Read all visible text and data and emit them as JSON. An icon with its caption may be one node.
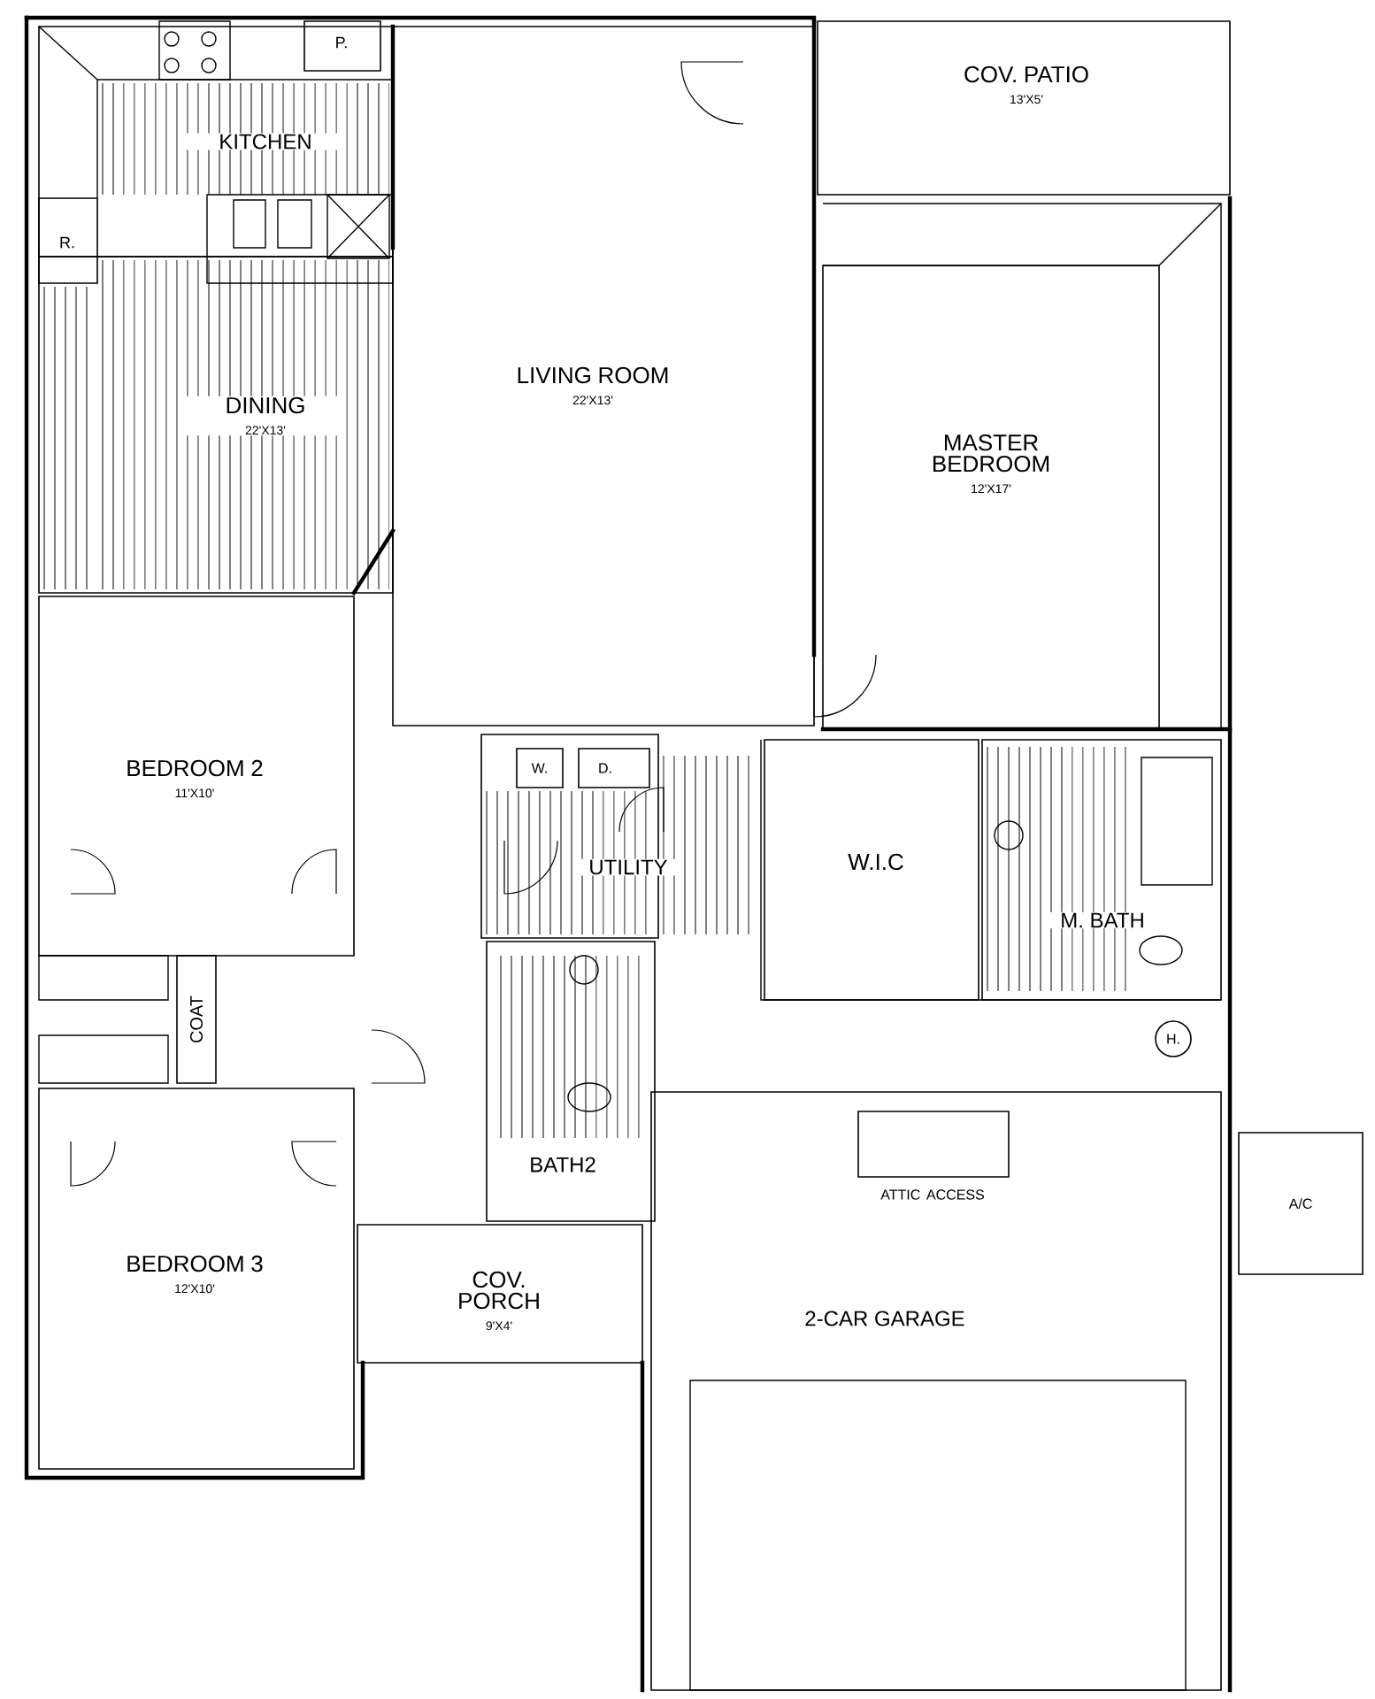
{
  "diagram": {
    "nodes": [
      {
        "text": [
          "KITCHEN"
        ]
      },
      {
        "text": [
          "DINING",
          "22'X13'"
        ]
      },
      {
        "text": [
          "LIVING ROOM",
          "22'X13'"
        ]
      },
      {
        "text": [
          "COV. PATIO",
          "13'X5'"
        ]
      },
      {
        "text": [
          "MASTER BEDROOM",
          "12'X17'"
        ]
      },
      {
        "text": [
          "BEDROOM 2",
          "11'X10'"
        ]
      },
      {
        "text": [
          "COAT"
        ]
      },
      {
        "text": [
          "BEDROOM 3",
          "12'X10'"
        ]
      },
      {
        "text": [
          "UTILITY"
        ]
      },
      {
        "text": [
          "W."
        ],
        "in": 8
      },
      {
        "text": [
          "D."
        ],
        "in": 8
      },
      {
        "text": [
          "BATH2"
        ]
      },
      {
        "text": [
          "COV. PORCH",
          "9'X4'"
        ]
      },
      {
        "text": [
          "W.I.C"
        ]
      },
      {
        "text": [
          "M. BATH"
        ]
      },
      {
        "text": [
          "H."
        ]
      },
      {
        "text": [
          "2-CAR GARAGE"
        ]
      },
      {
        "text": [
          "ATTIC ACCESS"
        ],
        "in": 16
      },
      {
        "text": [
          "A/C"
        ]
      },
      {
        "text": [
          "P."
        ],
        "in": 0
      },
      {
        "text": [
          "R."
        ]
      }
    ]
  }
}
